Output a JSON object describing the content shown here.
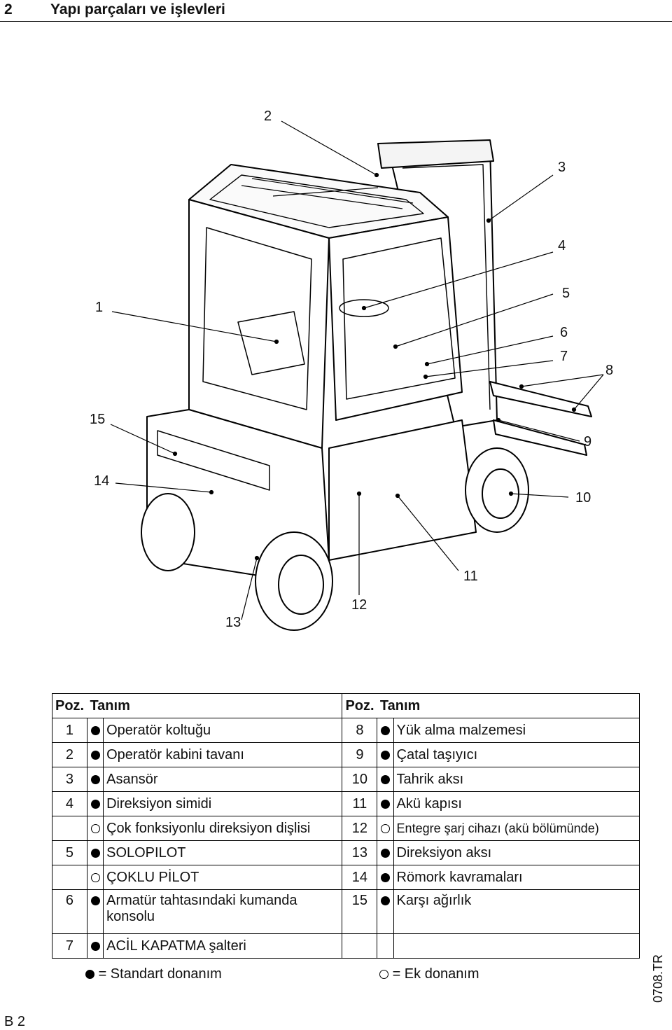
{
  "header": {
    "chapter_number": "2",
    "chapter_title": "Yapı parçaları ve işlevleri"
  },
  "figure": {
    "callouts": [
      "1",
      "2",
      "3",
      "4",
      "5",
      "6",
      "7",
      "8",
      "9",
      "10",
      "11",
      "12",
      "13",
      "14",
      "15"
    ]
  },
  "table": {
    "headers": {
      "pos": "Poz.",
      "desc": "Tanım",
      "pos2": "Poz.",
      "desc2": "Tanım"
    },
    "rows": [
      {
        "n1": "1",
        "t1": "Operatör koltuğu",
        "n2": "8",
        "t2": "Yük alma malzemesi"
      },
      {
        "n1": "2",
        "t1": "Operatör kabini tavanı",
        "n2": "9",
        "t2": "Çatal taşıyıcı"
      },
      {
        "n1": "3",
        "t1": "Asansör",
        "n2": "10",
        "t2": "Tahrik aksı"
      },
      {
        "n1": "4",
        "t1": "Direksiyon simidi",
        "n2": "11",
        "t2": "Akü kapısı"
      },
      {
        "n1": "",
        "t1": "Çok fonksiyonlu direksiyon dişlisi",
        "n2": "12",
        "t2": "Entegre şarj cihazı (akü bölümünde)"
      },
      {
        "n1": "5",
        "t1": "SOLOPILOT",
        "n2": "13",
        "t2": "Direksiyon aksı"
      },
      {
        "n1": "",
        "t1": "ÇOKLU PİLOT",
        "n2": "14",
        "t2": "Römork kavramaları"
      },
      {
        "n1": "6",
        "t1": "Armatür tahtasındaki kumanda konsolu",
        "n2": "15",
        "t2": "Karşı ağırlık"
      },
      {
        "n1": "7",
        "t1": "ACİL KAPATMA şalteri",
        "n2": "",
        "t2": ""
      }
    ]
  },
  "legend": {
    "standard": "= Standart donanım",
    "optional": "= Ek donanım"
  },
  "side_code": "0708.TR",
  "page_number": "B 2"
}
